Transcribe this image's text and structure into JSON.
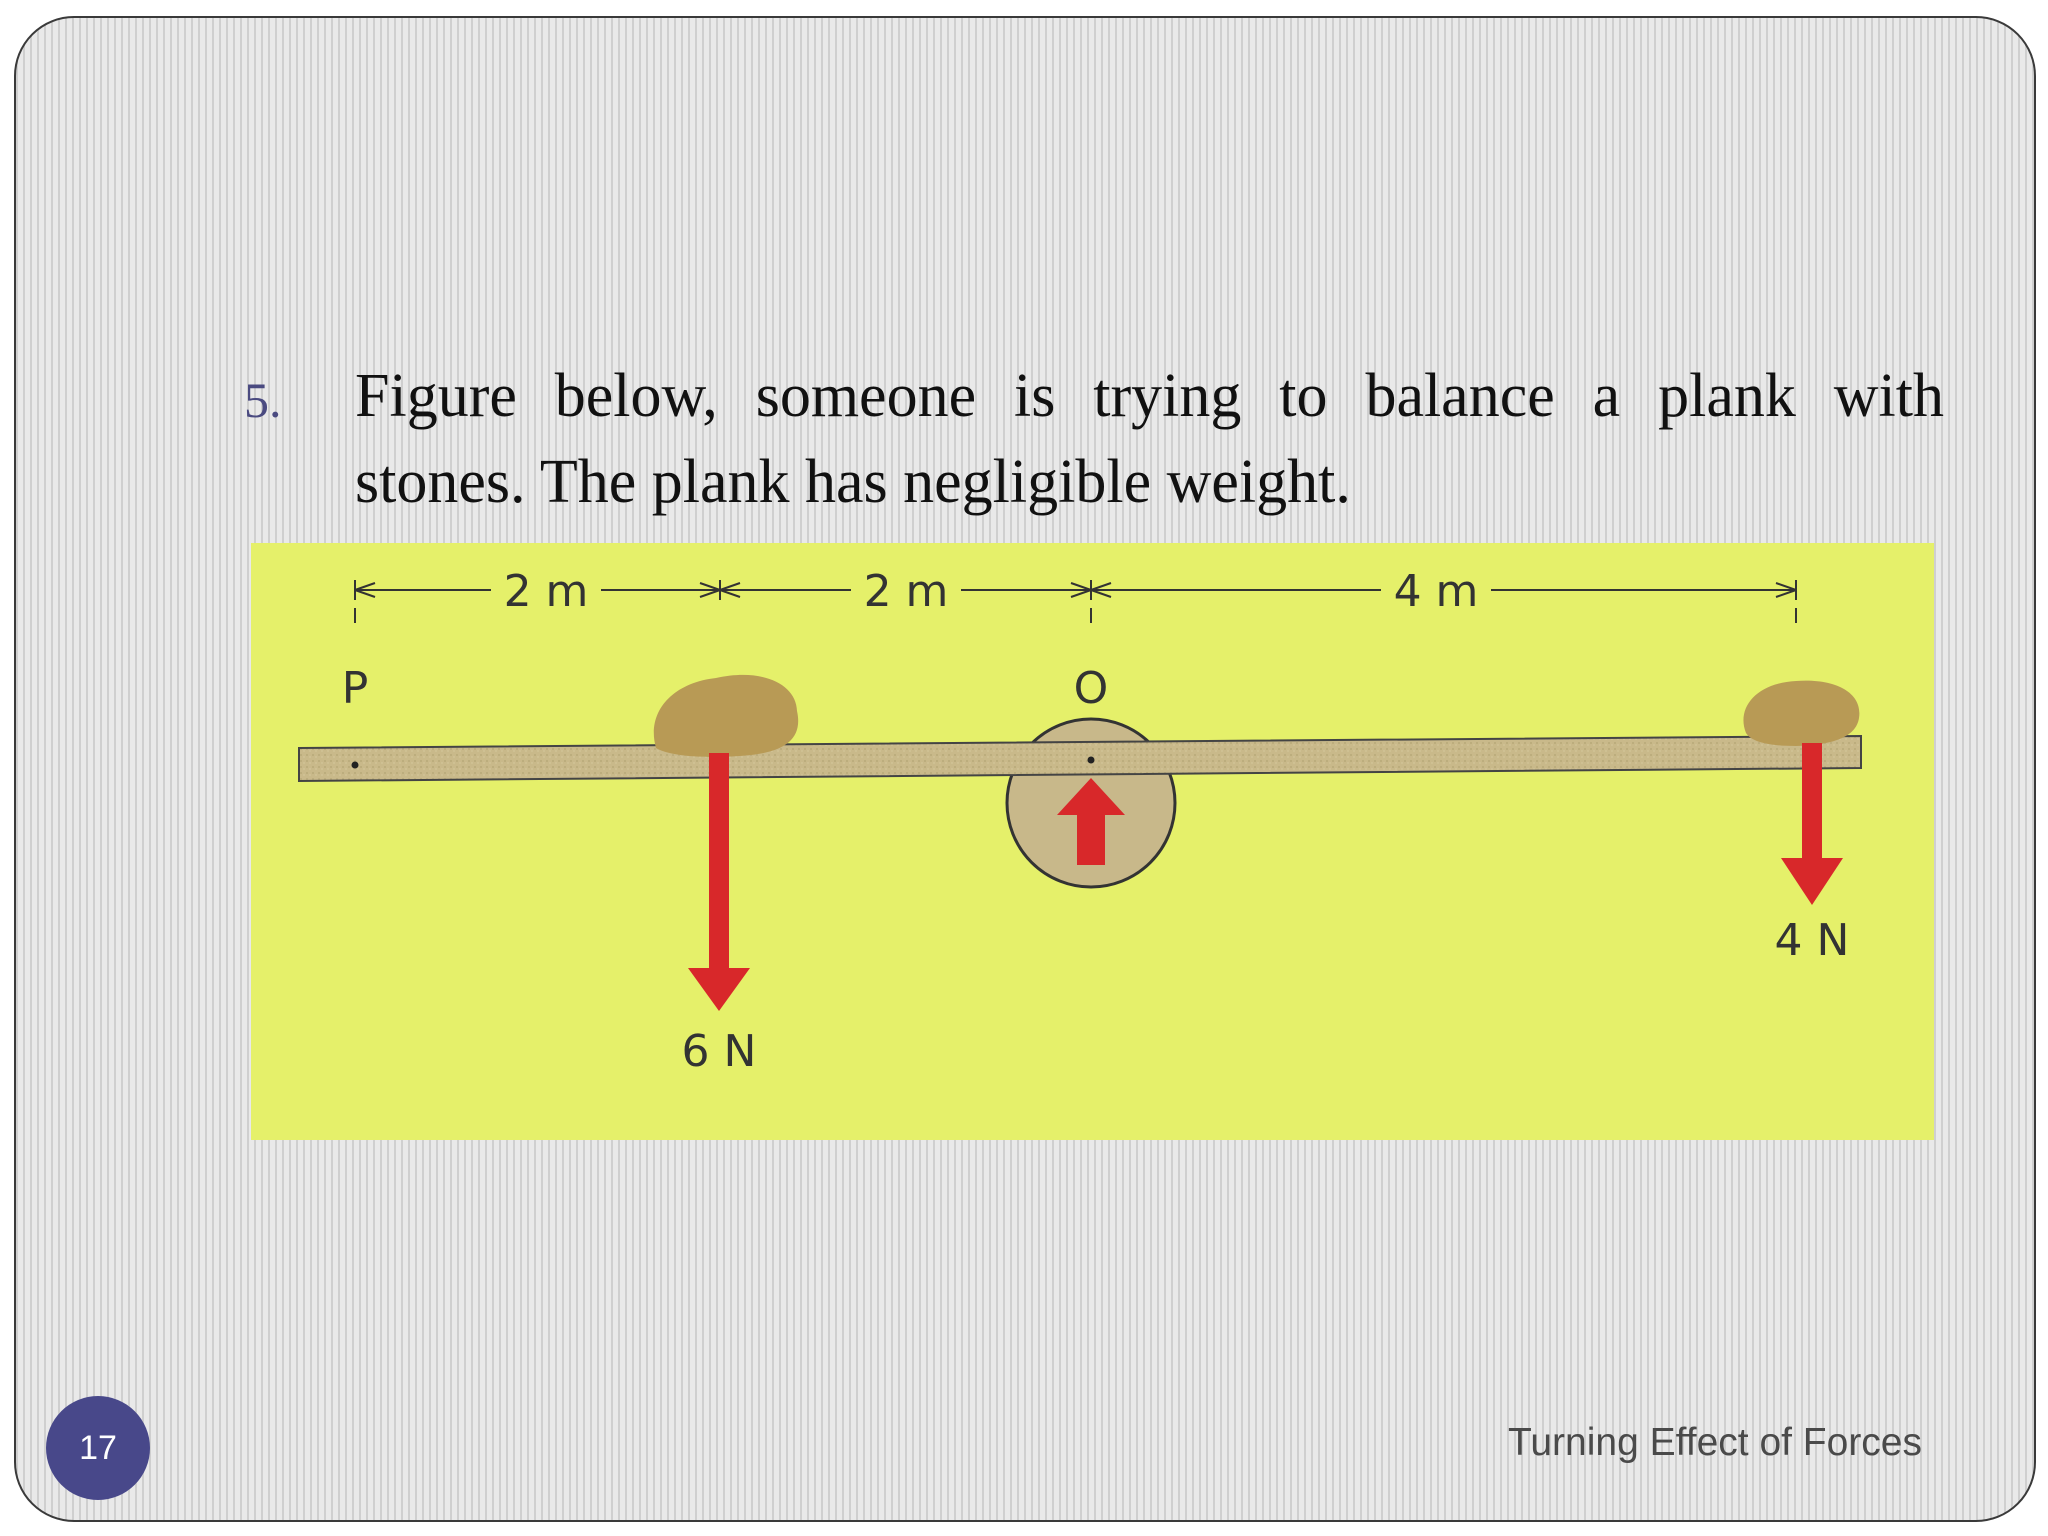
{
  "slide": {
    "question_number": "5.",
    "question_line1": "Figure below, someone is trying to balance a plank with",
    "question_line2": "stones. The plank has negligible weight.",
    "footer_title": "Turning Effect of Forces",
    "page_number": "17"
  },
  "figure": {
    "distance_labels": [
      "2 m",
      "2 m",
      "4 m"
    ],
    "point_labels": [
      "P",
      "O"
    ],
    "force_labels": [
      "6 N",
      "4 N"
    ],
    "colors": {
      "background": "#e5f06a",
      "plank": "#c9b98a",
      "stone": "#b89a55",
      "force_arrow": "#d8282a",
      "pivot": "#c8b88a"
    }
  }
}
